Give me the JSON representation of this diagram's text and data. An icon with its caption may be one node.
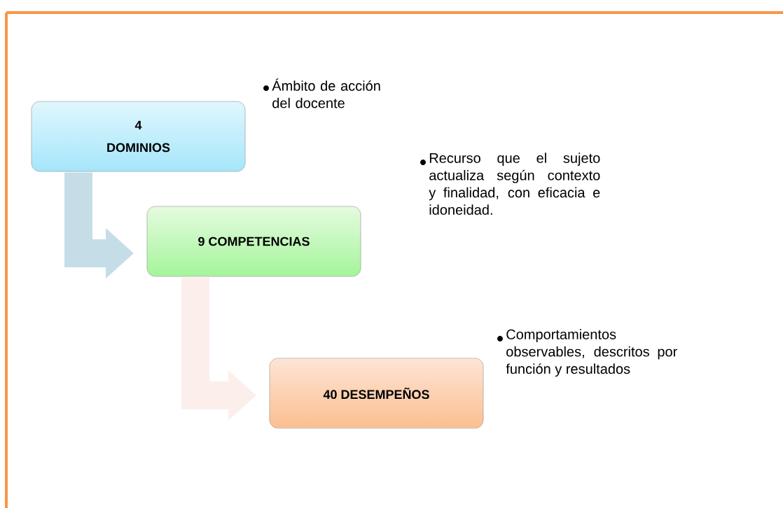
{
  "diagram": {
    "nodes": [
      {
        "text": [
          "4",
          "DOMINIOS"
        ],
        "beside": [
          "Ámbito de acción del docente"
        ]
      },
      {
        "text": [
          "9 COMPETENCIAS"
        ]
      },
      {
        "text": [
          "40 DESEMPEÑOS"
        ],
        "beside": [
          "Comportamientos observables, descritos por función y resultados"
        ]
      }
    ],
    "edges": [
      {
        "from": 0,
        "to": 1,
        "arrow": "to",
        "color": "#c5dde6"
      },
      {
        "from": 1,
        "to": 2,
        "arrow": "to",
        "color": "#fcefeb"
      }
    ],
    "labels": [
      "Recurso que el sujeto actualiza según contexto y finalidad, con eficacia e idoneidad."
    ]
  }
}
